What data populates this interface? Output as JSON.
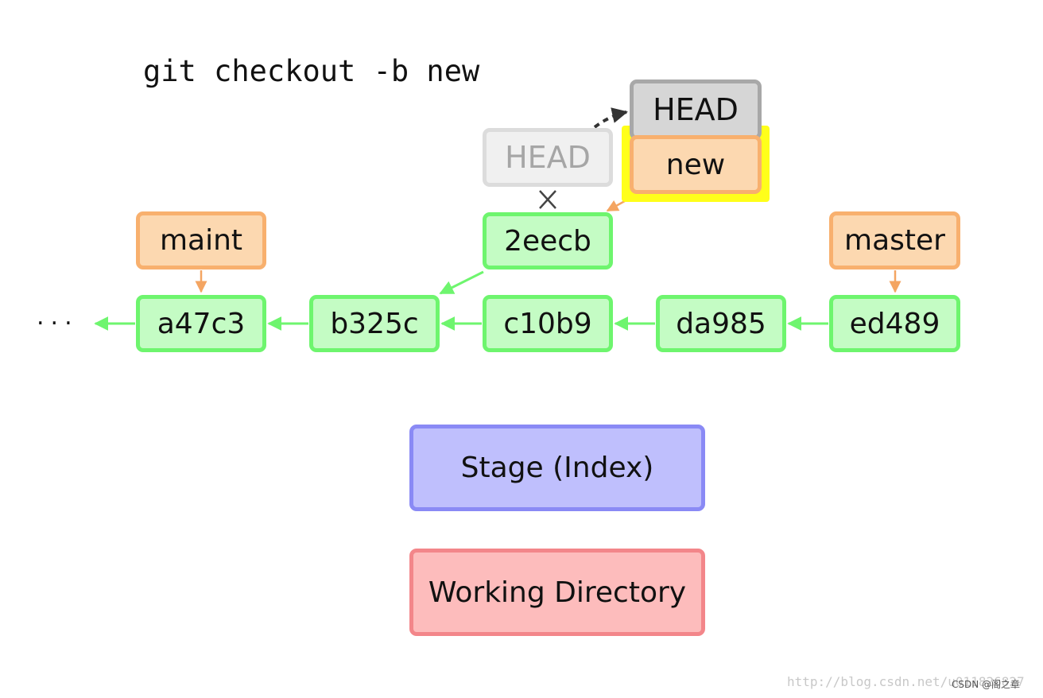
{
  "command": "git checkout -b new",
  "commits": [
    "a47c3",
    "b325c",
    "c10b9",
    "da985",
    "ed489",
    "2eecb"
  ],
  "branches": {
    "maint": "maint",
    "master": "master",
    "new": "new"
  },
  "head": {
    "current": "HEAD",
    "previous": "HEAD"
  },
  "ellipsis": "...",
  "areas": {
    "stage": "Stage (Index)",
    "working": "Working Directory"
  },
  "watermark": {
    "url": "http://blog.csdn.net/u011826827",
    "brand": "CSDN @阁之章"
  },
  "colors": {
    "commit_fill": "#c4fcc4",
    "commit_border": "#6ef56e",
    "branch_fill": "#fcd8b0",
    "branch_border": "#f8b06e",
    "head_fill": "#d6d6d6",
    "head_border": "#a8a8a8",
    "stage_fill": "#bfbffd",
    "working_fill": "#fdbcbc",
    "highlight": "#ffff1a"
  }
}
